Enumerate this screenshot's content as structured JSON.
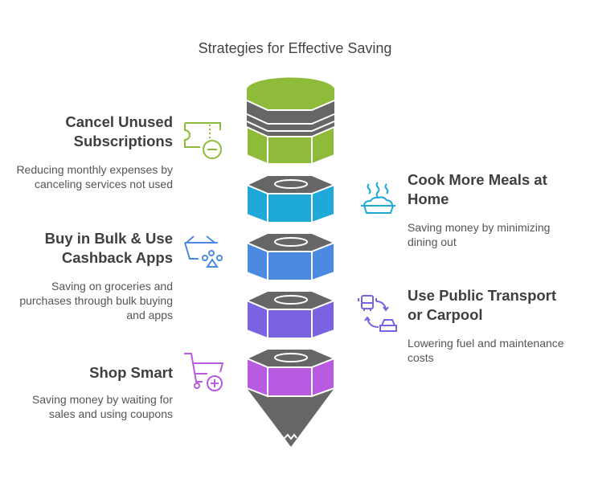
{
  "title": "Strategies for Effective Saving",
  "items": [
    {
      "heading": "Cancel Unused Subscriptions",
      "description": "Reducing monthly expenses by canceling services not used",
      "icon": "ticket-minus-icon",
      "color": "#8fbb3a",
      "side": "left"
    },
    {
      "heading": "Cook More Meals at Home",
      "description": "Saving money by minimizing dining out",
      "icon": "hot-dish-icon",
      "color": "#1fa9d8",
      "side": "right"
    },
    {
      "heading": "Buy in Bulk & Use Cashback Apps",
      "description": "Saving on groceries and purchases through bulk buying and apps",
      "icon": "basket-icon",
      "color": "#4a8ae0",
      "side": "left"
    },
    {
      "heading": "Use Public Transport or Carpool",
      "description": "Lowering fuel and maintenance costs",
      "icon": "bus-car-swap-icon",
      "color": "#7a62e0",
      "side": "right"
    },
    {
      "heading": "Shop Smart",
      "description": "Saving money by waiting for sales and using coupons",
      "icon": "cart-plus-icon",
      "color": "#b95ae0",
      "side": "left"
    }
  ]
}
